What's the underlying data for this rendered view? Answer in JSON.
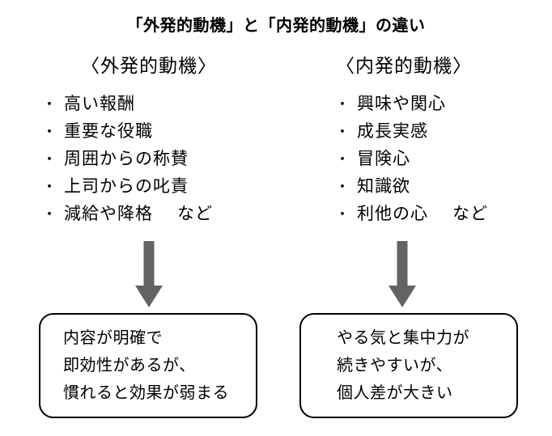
{
  "title": "「外発的動機」と「内発的動機」の違い",
  "bullet_char": "・",
  "columns": [
    {
      "heading": "〈外発的動機〉",
      "items": [
        "高い報酬",
        "重要な役職",
        "周囲からの称賛",
        "上司からの叱責",
        "減給や降格"
      ],
      "etc_label": "など",
      "box_lines": [
        "内容が明確で",
        "即効性があるが、",
        "慣れると効果が弱まる"
      ]
    },
    {
      "heading": "〈内発的動機〉",
      "items": [
        "興味や関心",
        "成長実感",
        "冒険心",
        "知識欲",
        "利他の心"
      ],
      "etc_label": "など",
      "box_lines": [
        "やる気と集中力が",
        "続きやすいが、",
        "個人差が大きい"
      ]
    }
  ],
  "colors": {
    "text": "#000000",
    "arrow": "#636363",
    "box_border": "#000000",
    "background": "#ffffff"
  }
}
